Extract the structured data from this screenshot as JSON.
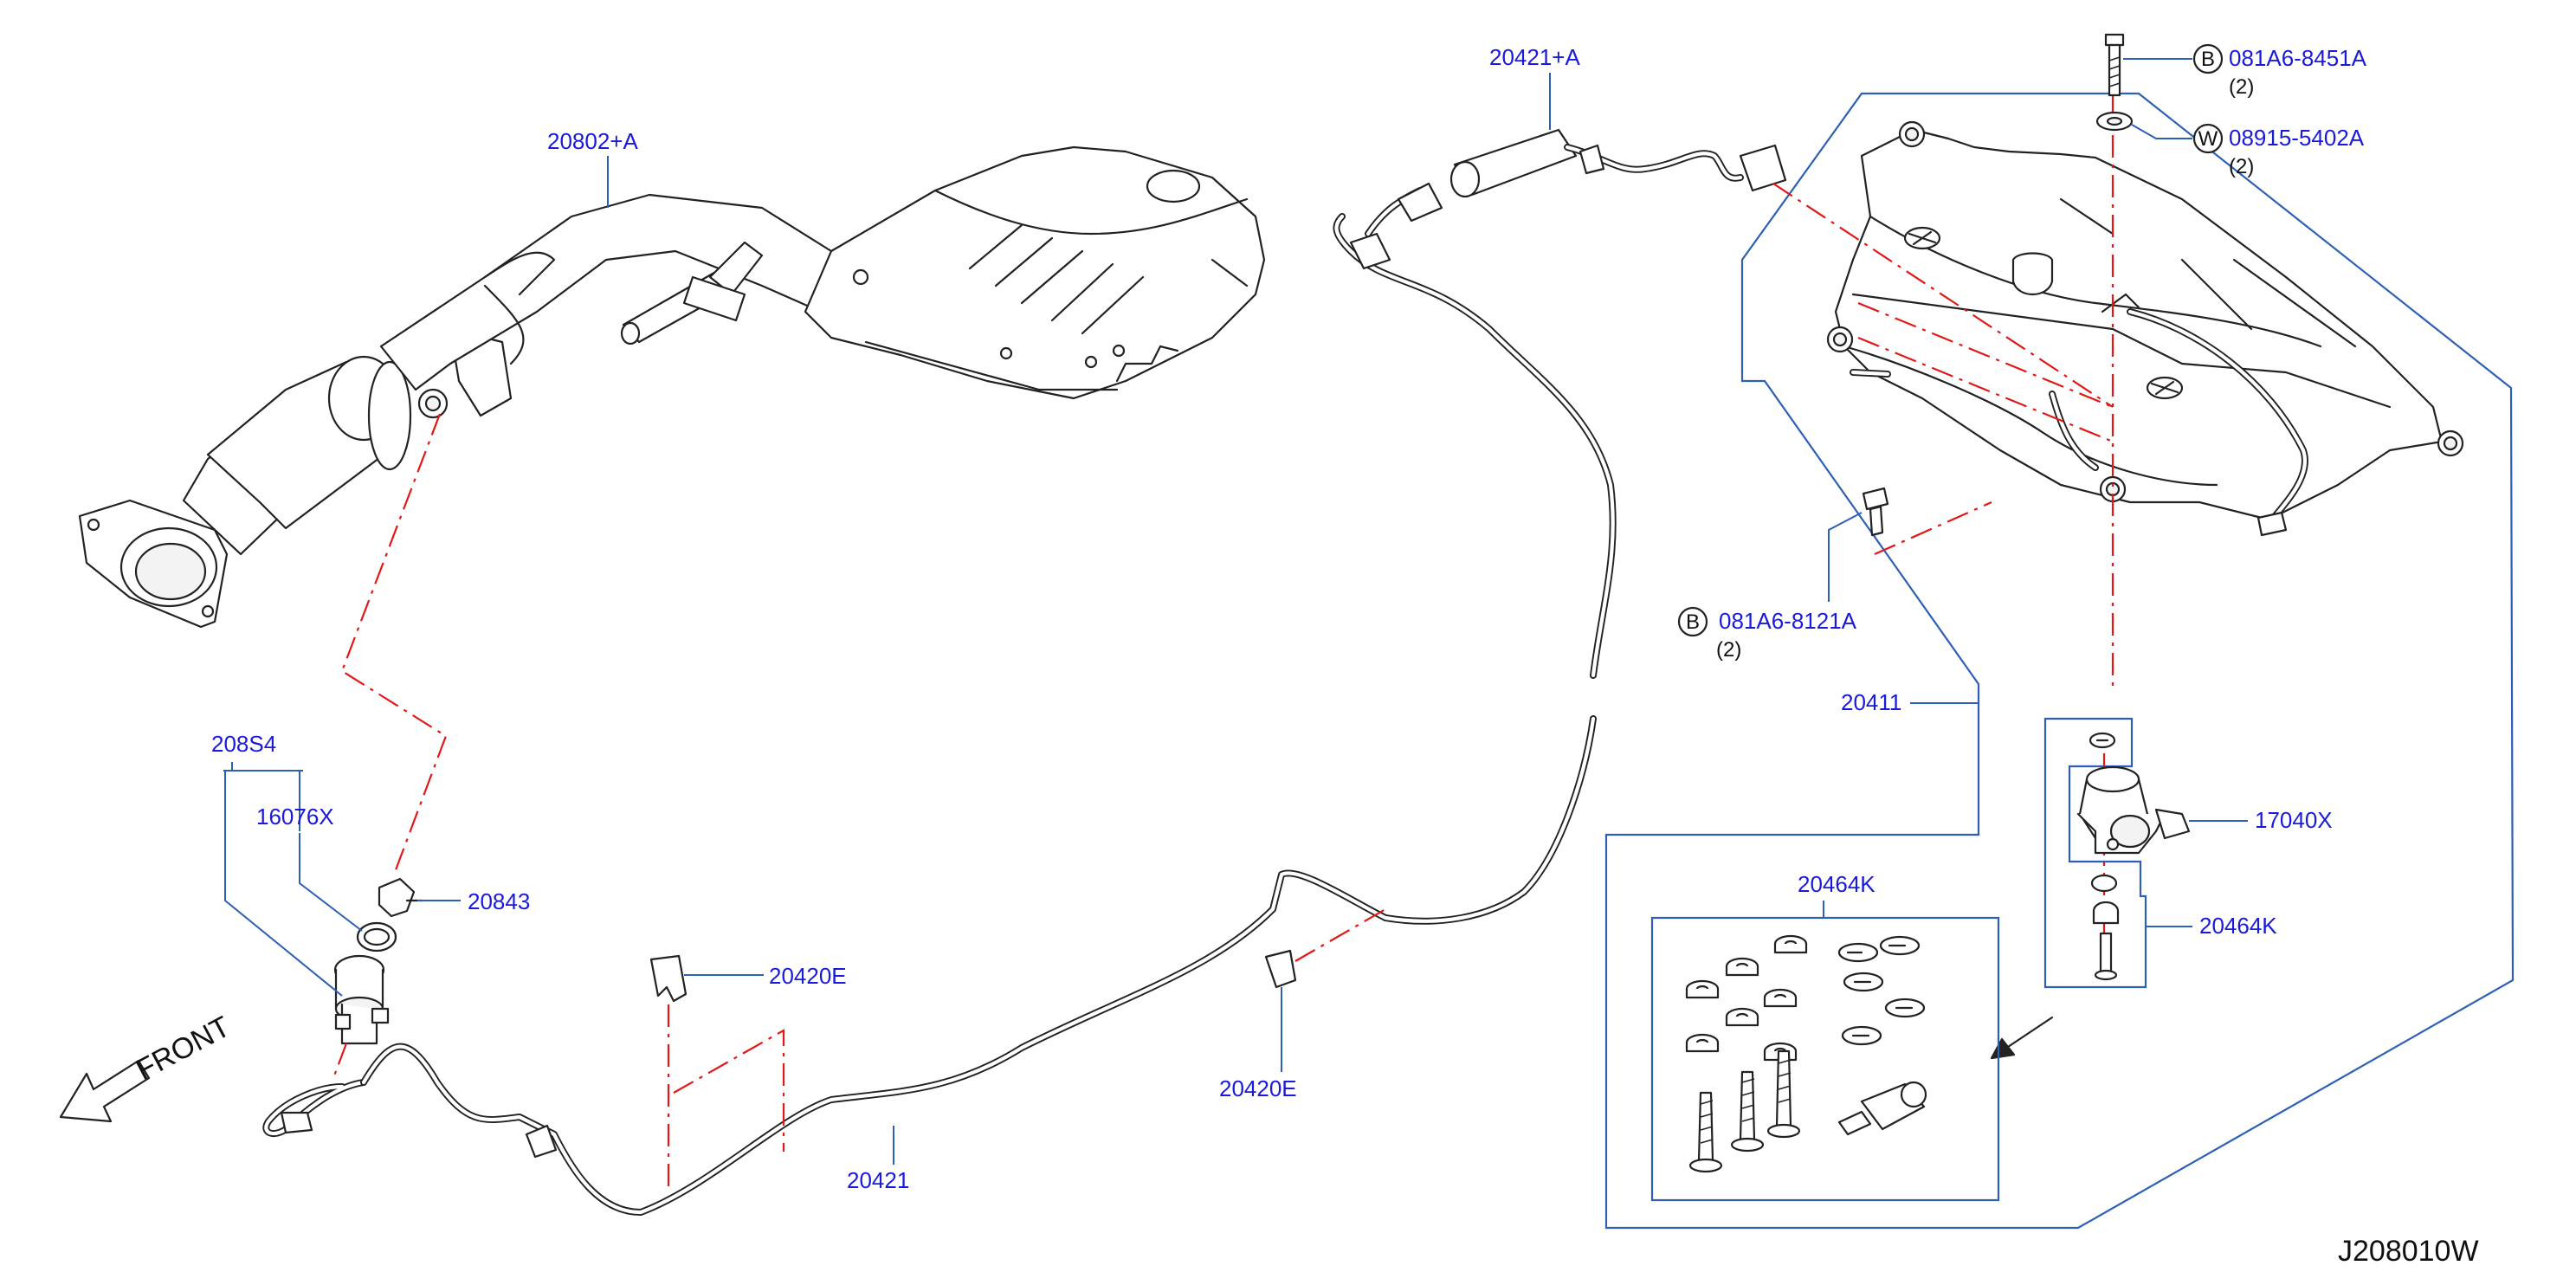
{
  "labels": {
    "converter": "20802+A",
    "harness_top": "20421+A",
    "bolt_top": "081A6-8451A",
    "bolt_top_qty": "(2)",
    "washer": "08915-5402A",
    "washer_qty": "(2)",
    "bolt_mid": "081A6-8121A",
    "bolt_mid_qty": "(2)",
    "tank_label": "20411",
    "sensor_assy": "208S4",
    "gasket": "16076X",
    "clip_sensor": "20843",
    "clamp_left": "20420E",
    "clamp_right": "20420E",
    "harness_bottom": "20421",
    "kit_box": "20464K",
    "kit_side": "20464K",
    "solenoid": "17040X",
    "front": "FRONT",
    "drawing_code": "J208010W"
  },
  "symbols": {
    "bolt_letter": "B",
    "washer_letter": "W",
    "bolt_mid_letter": "B"
  },
  "colors": {
    "label": "#1a1adc",
    "leader": "#2d5fb5",
    "centerline": "#e01818",
    "outline": "#222222"
  }
}
